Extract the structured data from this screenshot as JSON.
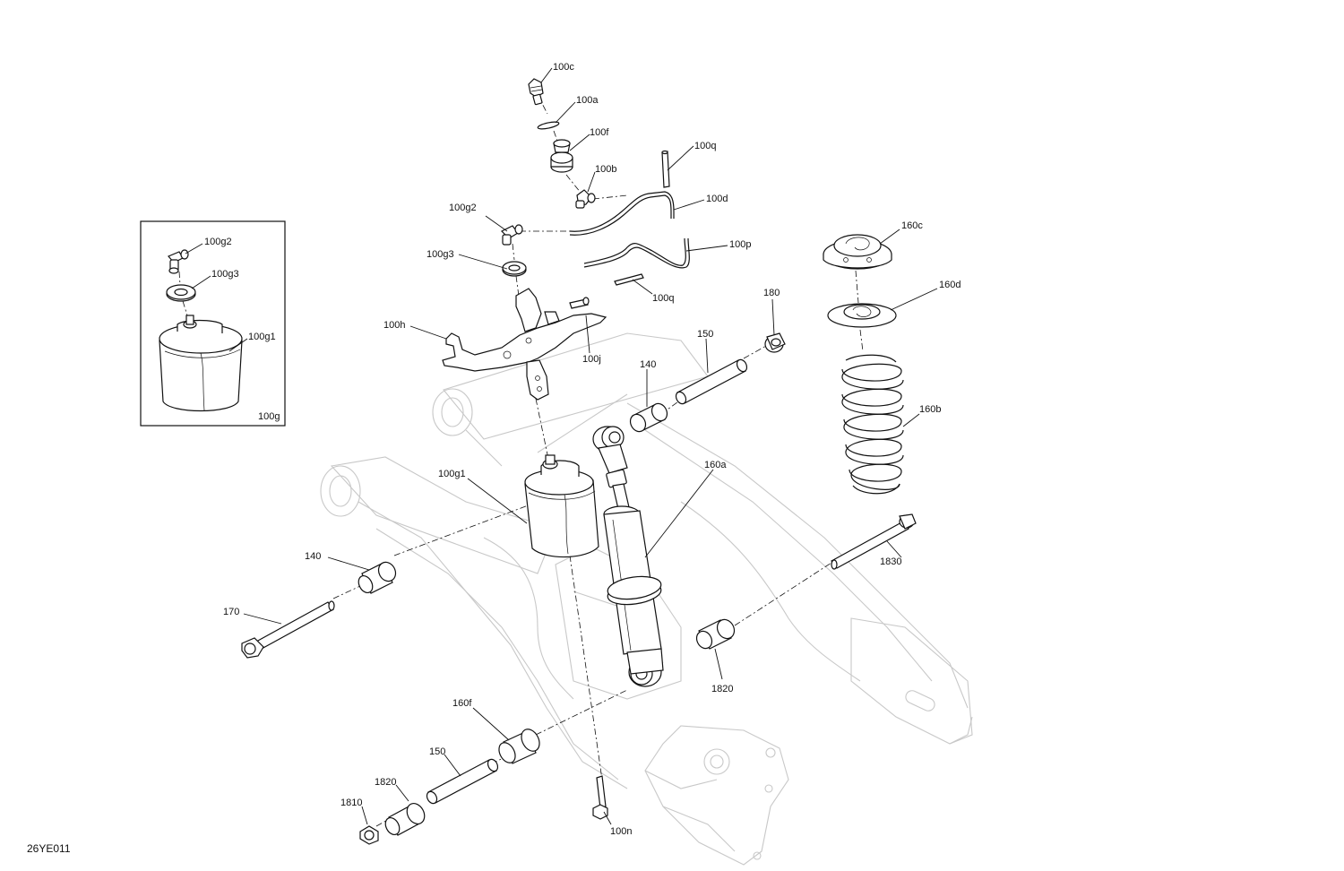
{
  "diagram": {
    "drawing_code": "26YE011",
    "inset": {
      "labels": {
        "g2": "100g2",
        "g3": "100g3",
        "g1": "100g1",
        "group": "100g"
      }
    },
    "labels": {
      "100c": "100c",
      "100a": "100a",
      "100f": "100f",
      "100b": "100b",
      "100q_top": "100q",
      "100d": "100d",
      "100g2": "100g2",
      "100p": "100p",
      "100g3": "100g3",
      "100q_bottom": "100q",
      "100h": "100h",
      "100j": "100j",
      "180": "180",
      "150_top": "150",
      "140_top": "140",
      "160c": "160c",
      "160d": "160d",
      "160b": "160b",
      "160a": "160a",
      "100g1": "100g1",
      "1830": "1830",
      "140_left": "140",
      "170": "170",
      "1820_right": "1820",
      "160f": "160f",
      "150_bottom": "150",
      "1820_bottom": "1820",
      "1810": "1810",
      "100n": "100n"
    }
  }
}
